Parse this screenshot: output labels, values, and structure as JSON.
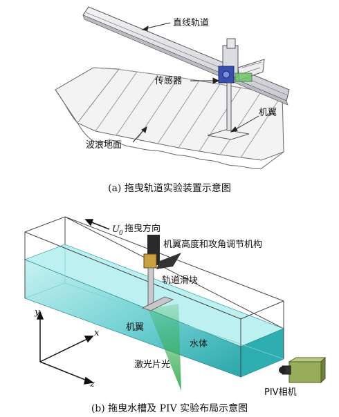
{
  "figure_a": {
    "labels": {
      "rail": "直线轨道",
      "sensor": "传感器",
      "wing": "机翼",
      "ground": "波浪地面"
    },
    "caption": "(a) 拖曳轨道实验装置示意图"
  },
  "figure_b": {
    "labels": {
      "tow_direction": "拖曳方向",
      "tow_symbol": "U",
      "tow_subscript": "0",
      "mechanism": "机翼高度和攻角调节机构",
      "slider": "轨道滑块",
      "wing": "机翼",
      "water": "水体",
      "laser_sheet": "激光片光",
      "camera": "PIV相机"
    },
    "axes": {
      "x": "x",
      "y": "y",
      "z": "z"
    },
    "caption": "(b) 拖曳水槽及 PIV 实验布局示意图"
  },
  "colors": {
    "water_light": "#bfeff0",
    "water_mid": "#56c7ca",
    "water_dark": "#1f9ea2",
    "laser": "#3fb35a",
    "mechanism": "#2a2a2a",
    "camera_body": "#97ad59",
    "line": "#333333"
  }
}
